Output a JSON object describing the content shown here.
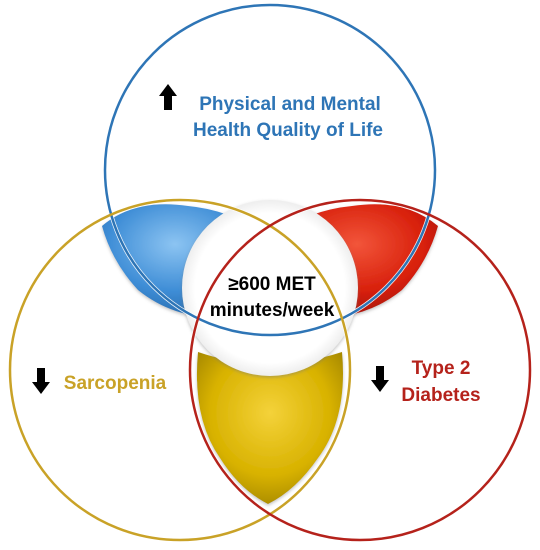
{
  "diagram": {
    "top_circle": {
      "label_line1": "Physical and Mental",
      "label_line2": "Health Quality of Life",
      "direction": "up",
      "color": "#2E75B6"
    },
    "left_circle": {
      "label": "Sarcopenia",
      "direction": "down",
      "color": "#C9A227"
    },
    "right_circle": {
      "label_line1": "Type 2",
      "label_line2": "Diabetes",
      "direction": "down",
      "color": "#B5221B"
    },
    "center": {
      "label_line1": "≥600 MET",
      "label_line2": "minutes/week"
    },
    "colors": {
      "blue_fill": "#3E8DD6",
      "red_fill": "#D8200C",
      "yellow_fill": "#D8B200",
      "blue_label": "#2E75B6",
      "yellow_label": "#C9A227",
      "red_label": "#B5221B",
      "outline": "#9E9E9E"
    },
    "icons": {
      "up_arrow": "arrow-up-icon",
      "down_arrow": "arrow-down-icon"
    }
  }
}
